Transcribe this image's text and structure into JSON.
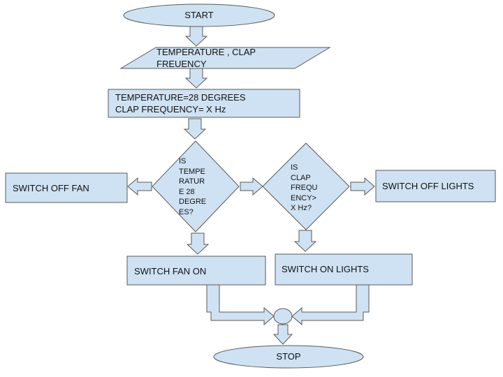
{
  "colors": {
    "fill": "#cfe2f3",
    "stroke": "#595959"
  },
  "nodes": {
    "start": "START",
    "input": "TEMPERATURE , CLAP\nFREUENCY",
    "init": "TEMPERATURE=28 DEGREES\nCLAP FREQUENCY= X Hz",
    "decision_temp": "IS\nTEMPE\nRATUR\nE 28\nDEGRE\nES?",
    "decision_clap": "IS\nCLAP\nFREQU\nENCY>\nX Hz?",
    "fan_off": "SWITCH OFF FAN",
    "lights_off": "SWITCH OFF LIGHTS",
    "fan_on": "SWITCH FAN ON",
    "lights_on": "SWITCH ON LIGHTS",
    "stop": "STOP"
  }
}
